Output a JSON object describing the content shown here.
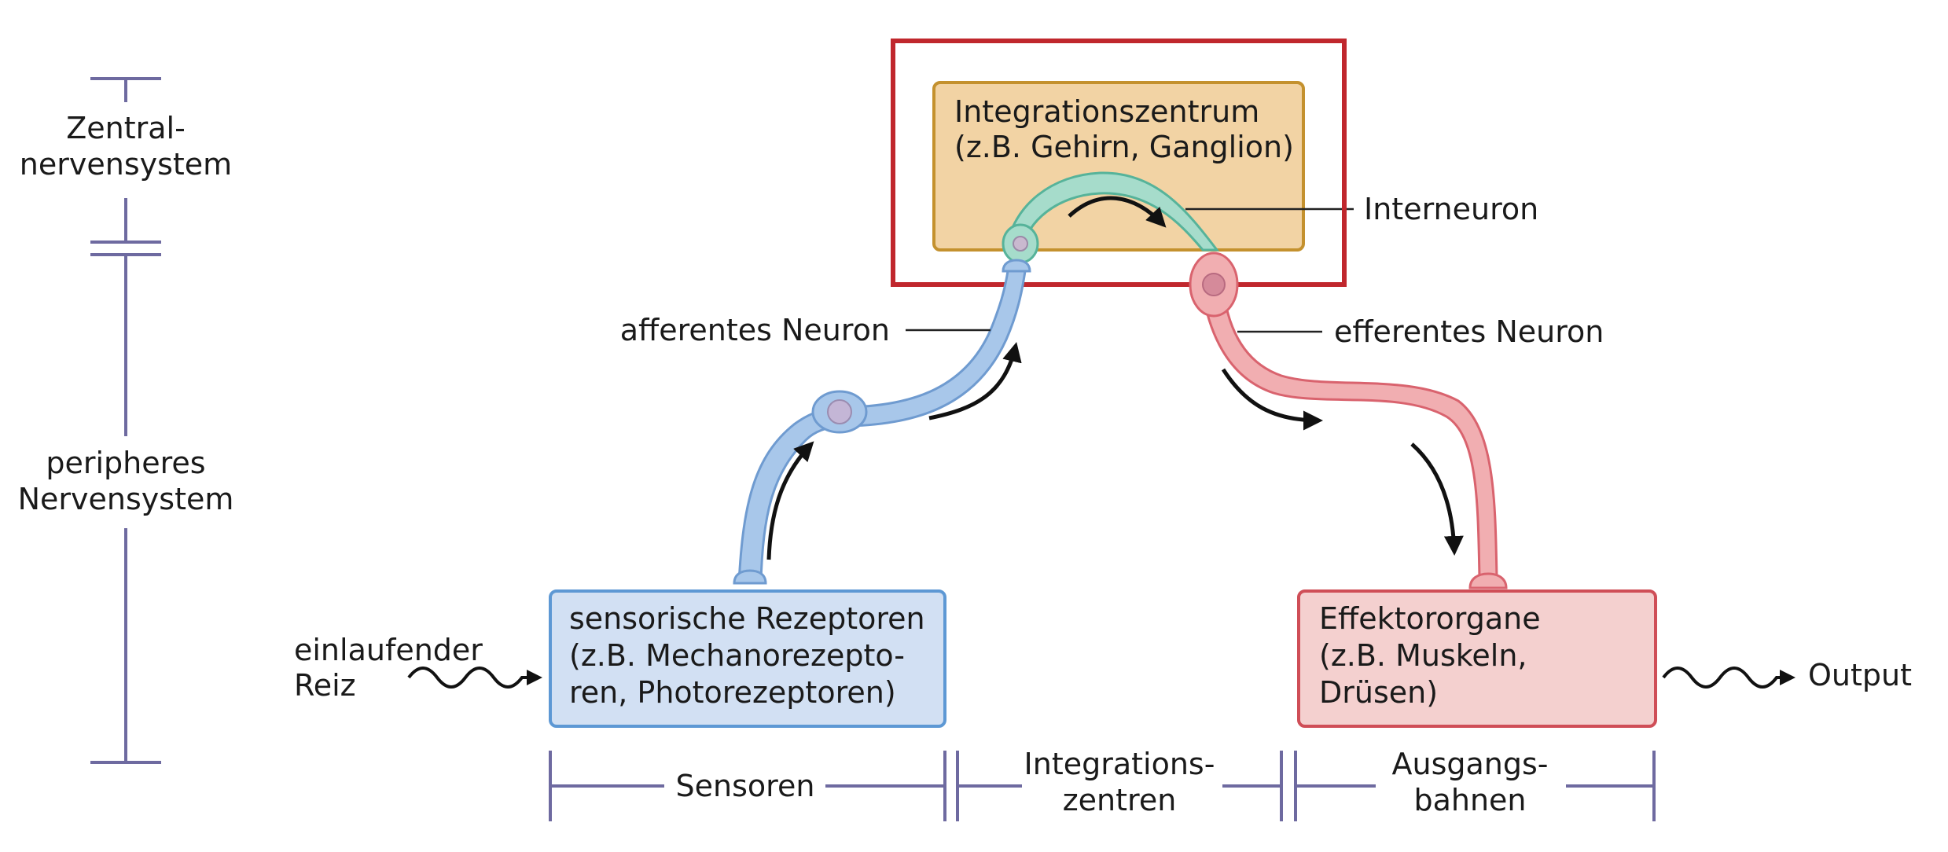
{
  "colors": {
    "scale": "#6e6aa0",
    "highlight": "#c0272d",
    "integration_fill": "#f2d3a4",
    "integration_border": "#c4912e",
    "sensor_fill": "#d2e0f3",
    "sensor_border": "#5d98d4",
    "effector_fill": "#f4d0cf",
    "effector_border": "#cf4e57",
    "afferent_neuron": "#a8c7ea",
    "interneuron": "#a6dccb",
    "efferent_neuron": "#f1aeb1",
    "arrow": "#111111"
  },
  "left_scale": {
    "cns_line1": "Zentral-",
    "cns_line2": "nervensystem",
    "pns_line1": "peripheres",
    "pns_line2": "Nervensystem"
  },
  "integration_box": {
    "line1": "Integrationszentrum",
    "line2": "(z.B. Gehirn, Ganglion)"
  },
  "sensor_box": {
    "line1": "sensorische Rezeptoren",
    "line2": "(z.B. Mechanorezepto-",
    "line3": "ren, Photorezeptoren)"
  },
  "effector_box": {
    "line1": "Effektororgane",
    "line2": "(z.B. Muskeln,",
    "line3": "Drüsen)"
  },
  "labels": {
    "interneuron": "Interneuron",
    "afferent": "afferentes Neuron",
    "efferent": "efferentes Neuron",
    "stimulus_line1": "einlaufender",
    "stimulus_line2": "Reiz",
    "output": "Output"
  },
  "bottom_scale": {
    "sensors": "Sensoren",
    "integration_line1": "Integrations-",
    "integration_line2": "zentren",
    "output_line1": "Ausgangs-",
    "output_line2": "bahnen"
  }
}
